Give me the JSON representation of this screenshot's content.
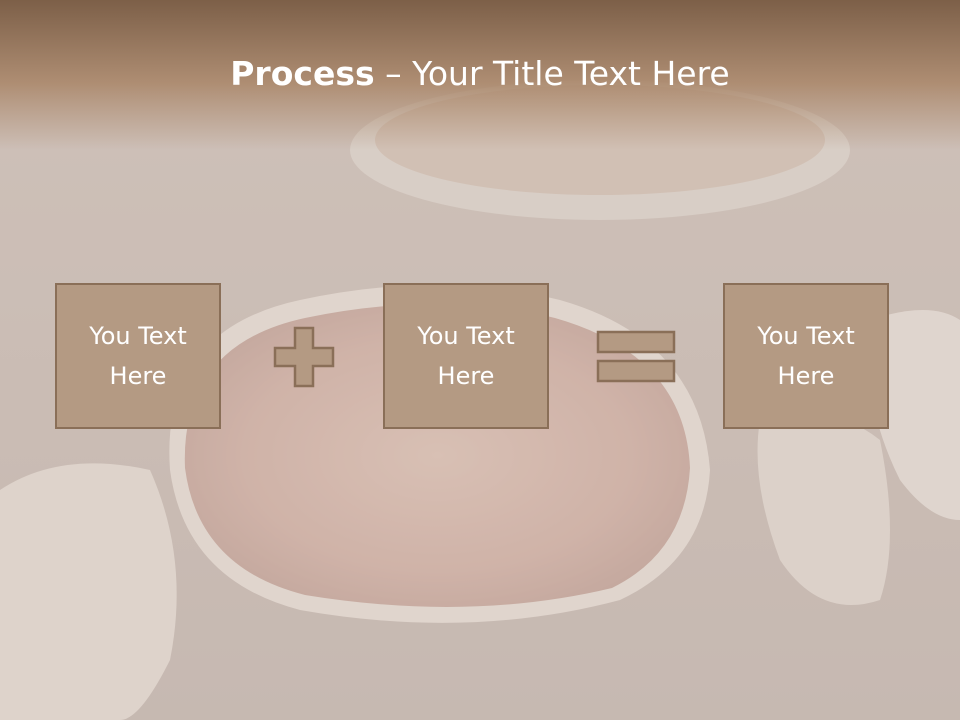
{
  "title": {
    "bold": "Process",
    "separator": " – ",
    "rest": "Your Title Text Here"
  },
  "boxes": [
    {
      "text": "You Text\nHere"
    },
    {
      "text": "You Text\nHere"
    },
    {
      "text": "You Text\nHere"
    }
  ],
  "operators": {
    "first": "plus-icon",
    "second": "equals-icon"
  },
  "colors": {
    "box_fill": "#b49a83",
    "box_border": "#8a6f58",
    "title_band": "#8a6a50",
    "text": "#ffffff"
  }
}
